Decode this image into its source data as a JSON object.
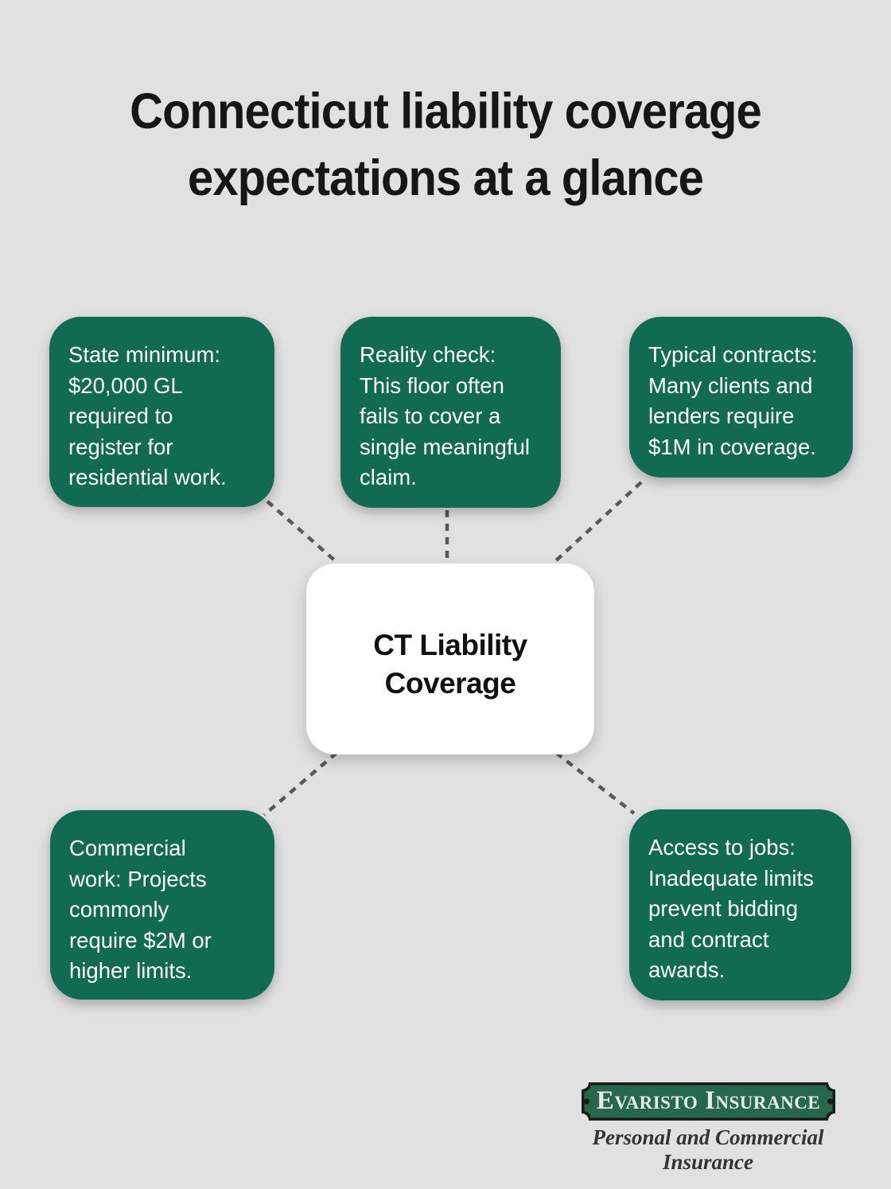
{
  "title": {
    "line1": "Connecticut liability coverage",
    "line2": "expectations at a glance"
  },
  "center": {
    "label": "CT Liability\nCoverage"
  },
  "nodes": [
    {
      "id": "state-minimum",
      "text": "State minimum:\n$20,000 GL\nrequired to\nregister for\nresidential work."
    },
    {
      "id": "reality-check",
      "text": "Reality check:\nThis floor often\nfails to cover a\nsingle meaningful\nclaim."
    },
    {
      "id": "typical-contracts",
      "text": "Typical contracts:\nMany clients and\nlenders require\n$1M in coverage."
    },
    {
      "id": "commercial-work",
      "text": "Commercial\nwork: Projects\ncommonly\nrequire $2M or\nhigher limits."
    },
    {
      "id": "access-to-jobs",
      "text": "Access to jobs:\nInadequate limits\nprevent bidding\nand contract\nawards."
    }
  ],
  "logo": {
    "name": "Evaristo Insurance",
    "tagline": "Personal and Commercial Insurance"
  },
  "colors": {
    "background": "#e0e1e0",
    "box_green": "#116b52",
    "center_bg": "#ffffff",
    "line_gray": "#58595a",
    "logo_green": "#25684a",
    "logo_border": "#1a1a1a",
    "title_color": "#161616"
  }
}
